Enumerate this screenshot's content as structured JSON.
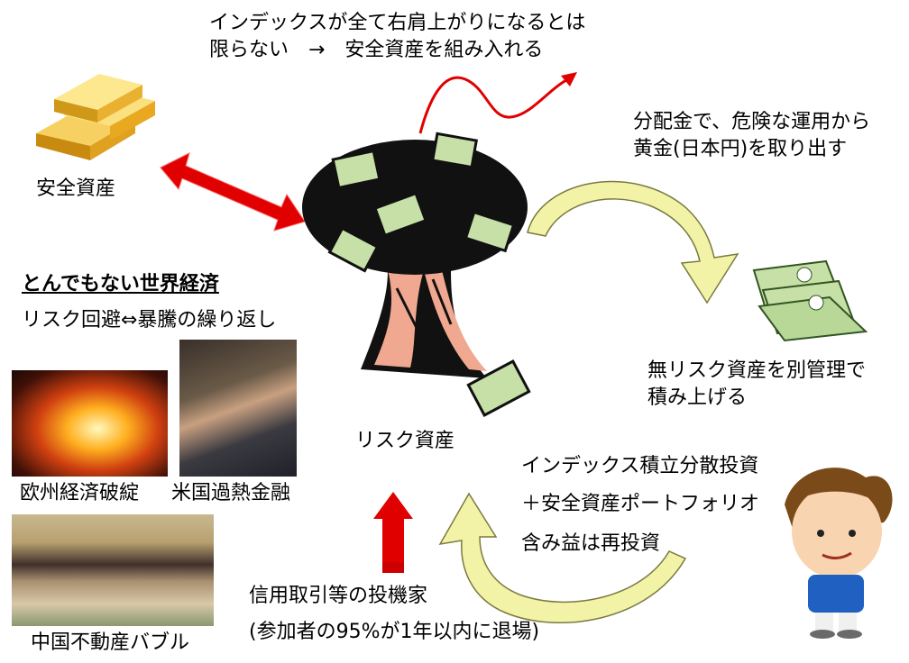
{
  "top_note": {
    "line1": "インデックスが全て右肩上がりになるとは",
    "line2": "限らない　→　安全資産を組み入れる"
  },
  "safe_asset_label": "安全資産",
  "risk_asset_label": "リスク資産",
  "dividend_note": {
    "line1": "分配金で、危険な運用から",
    "line2": "黄金(日本円)を取り出す"
  },
  "riskfree_note": {
    "line1": "無リスク資産を別管理で",
    "line2": "積み上げる"
  },
  "world_economy": {
    "title": "とんでもない世界経済",
    "subtitle": "リスク回避⇔暴騰の繰り返し",
    "captions": [
      "欧州経済破綻",
      "米国過熱金融",
      "中国不動産バブル"
    ]
  },
  "investor_note": {
    "line1": "インデックス積立分散投資",
    "line2": "＋安全資産ポートフォリオ",
    "line3": "含み益は再投資"
  },
  "speculator_note": {
    "line1": "信用取引等の投機家",
    "line2": "(参加者の95%が1年以内に退場)"
  },
  "colors": {
    "red_arrow": "#e00000",
    "yellow_arrow": "#f3f3a8",
    "yellow_stroke": "#7a7a40",
    "tree_dark": "#101010",
    "trunk": "#f0a890",
    "money_green": "#c7e0a8",
    "gold": "#e8b020"
  }
}
